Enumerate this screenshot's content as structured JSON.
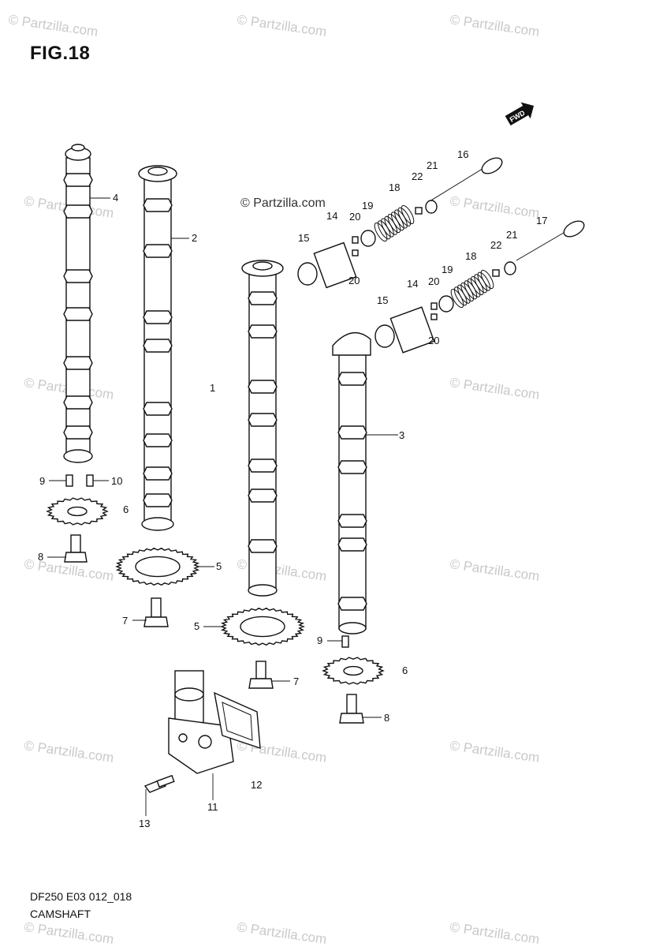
{
  "figure": {
    "title": "FIG.18"
  },
  "footer": {
    "code": "DF250 E03 012_018",
    "name": "CAMSHAFT"
  },
  "copyright": "© Partzilla.com",
  "watermark": "© Partzilla.com",
  "direction_badge": "FWD",
  "callouts": [
    {
      "id": "c4",
      "label": "4"
    },
    {
      "id": "c2",
      "label": "2"
    },
    {
      "id": "c1",
      "label": "1"
    },
    {
      "id": "c3",
      "label": "3"
    },
    {
      "id": "c9a",
      "label": "9"
    },
    {
      "id": "c10",
      "label": "10"
    },
    {
      "id": "c6a",
      "label": "6"
    },
    {
      "id": "c5a",
      "label": "5"
    },
    {
      "id": "c8a",
      "label": "8"
    },
    {
      "id": "c7a",
      "label": "7"
    },
    {
      "id": "c5b",
      "label": "5"
    },
    {
      "id": "c7b",
      "label": "7"
    },
    {
      "id": "c9b",
      "label": "9"
    },
    {
      "id": "c6b",
      "label": "6"
    },
    {
      "id": "c8b",
      "label": "8"
    },
    {
      "id": "c12",
      "label": "12"
    },
    {
      "id": "c11",
      "label": "11"
    },
    {
      "id": "c13",
      "label": "13"
    },
    {
      "id": "c16",
      "label": "16"
    },
    {
      "id": "c21a",
      "label": "21"
    },
    {
      "id": "c22a",
      "label": "22"
    },
    {
      "id": "c18a",
      "label": "18"
    },
    {
      "id": "c19a",
      "label": "19"
    },
    {
      "id": "c20a",
      "label": "20"
    },
    {
      "id": "c14a",
      "label": "14"
    },
    {
      "id": "c15a",
      "label": "15"
    },
    {
      "id": "c20b",
      "label": "20"
    },
    {
      "id": "c17",
      "label": "17"
    },
    {
      "id": "c21b",
      "label": "21"
    },
    {
      "id": "c22b",
      "label": "22"
    },
    {
      "id": "c18b",
      "label": "18"
    },
    {
      "id": "c19b",
      "label": "19"
    },
    {
      "id": "c20c",
      "label": "20"
    },
    {
      "id": "c14b",
      "label": "14"
    },
    {
      "id": "c15b",
      "label": "15"
    },
    {
      "id": "c20d",
      "label": "20"
    }
  ]
}
